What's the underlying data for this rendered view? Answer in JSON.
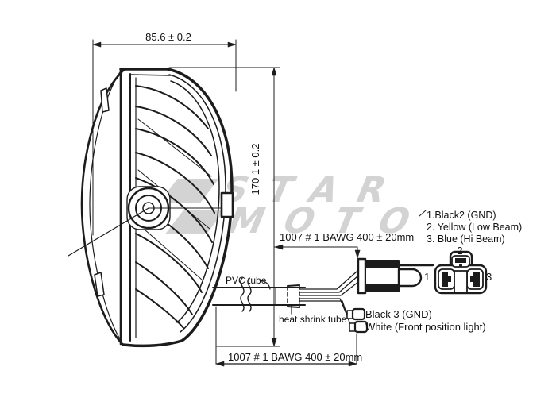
{
  "watermark": {
    "line1": "STAR",
    "line2": "MOTO"
  },
  "dimensions": {
    "top_width": "85.6 ± 0.2",
    "side_height": "170 1 ± 0.2",
    "wire_upper": "1007 # 1 BAWG 400 ± 20mm",
    "wire_lower": "1007 # 1 BAWG 400 ± 20mm"
  },
  "annotations": {
    "pvc_tube": "PVC tube",
    "heat_shrink_tube": "heat shrink tube",
    "ground_wire": "Black 3 (GND)",
    "position_wire": "White (Front position light)"
  },
  "pinout": [
    "1.Black2 (GND)",
    "2. Yellow (Low Beam)",
    "3. Blue (Hi Beam)"
  ],
  "connector_front": {
    "pin_top": "2",
    "pin_left": "1",
    "pin_right": "3"
  },
  "colors": {
    "line": "#1c1c1c",
    "watermark": "#cfcfcf",
    "background": "#ffffff"
  }
}
